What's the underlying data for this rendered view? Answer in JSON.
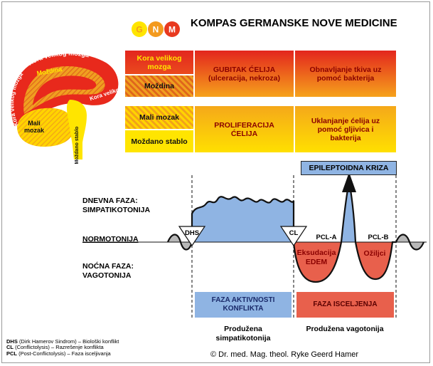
{
  "header": {
    "logo_letters": [
      "G",
      "N",
      "M"
    ],
    "title": "KOMPAS GERMANSKE NOVE MEDICINE"
  },
  "brain": {
    "cortex_label_top": "Kora velikog mozga",
    "cortex_label_top2": "Kora velikog mozga",
    "cortex_label_right": "Kora velikog",
    "cortex_label_left": "Kora velikog mozga",
    "marrow_label": "Moždina",
    "cerebellum_label": "Mali mozak",
    "brainstem_label": "Moždano stablo"
  },
  "table": {
    "rows": [
      {
        "top_label": "Kora velikog mozga",
        "bottom_label": "Moždina",
        "active_text": "GUBITAK ĆELIJA (ulceracija, nekroza)",
        "healing_text": "Obnavljanje tkiva uz pomoć bakterija"
      },
      {
        "top_label": "Mali mozak",
        "bottom_label": "Moždano stablo",
        "active_text": "PROLIFERACIJA ĆELIJA",
        "healing_text": "Uklanjanje ćelija uz pomoć gljivica i bakterija"
      }
    ]
  },
  "curve": {
    "left_labels": {
      "day_phase": "DNEVNA FAZA: SIMPATIKOTONIJA",
      "normotonia": "NORMOTONIJA",
      "night_phase": "NOĆNA FAZA: VAGOTONIJA"
    },
    "markers": {
      "dhs": "DHS",
      "cl": "CL",
      "pcl_a": "PCL-A",
      "pcl_b": "PCL-B"
    },
    "epileptoid_crisis": "EPILEPTOIDNA KRIZA",
    "exudation": "Eksudacija EDEM",
    "scarring": "Ožiljci"
  },
  "phases": {
    "conflict_active": "FAZA AKTIVNOSTI KONFLIKTA",
    "healing": "FAZA ISCELJENJA",
    "prolonged_sympathicotonia": "Produžena simpatikotonija",
    "prolonged_vagotonia": "Produžena vagotonija"
  },
  "legend": {
    "dhs_abbr": "DHS",
    "dhs_text": "(Dirk Hamerov Sindrom) – Biološki konflikt",
    "cl_abbr": "CL",
    "cl_text": "(Conflictolysis) – Razrešenje konflikta",
    "pcl_abbr": "PCL",
    "pcl_text": "(Post-Conflictolysis) – Faza isceljivanja"
  },
  "copyright": "© Dr. med. Mag. theol. Ryke Geerd Hamer",
  "colors": {
    "red_orange": "#e8391f",
    "orange": "#f39a1e",
    "yellow": "#ffe500",
    "blue_fill": "#8fb4e3",
    "blue_box": "#8fb4e3",
    "red_fill": "#e8604c",
    "gray": "#b8b8b8"
  }
}
